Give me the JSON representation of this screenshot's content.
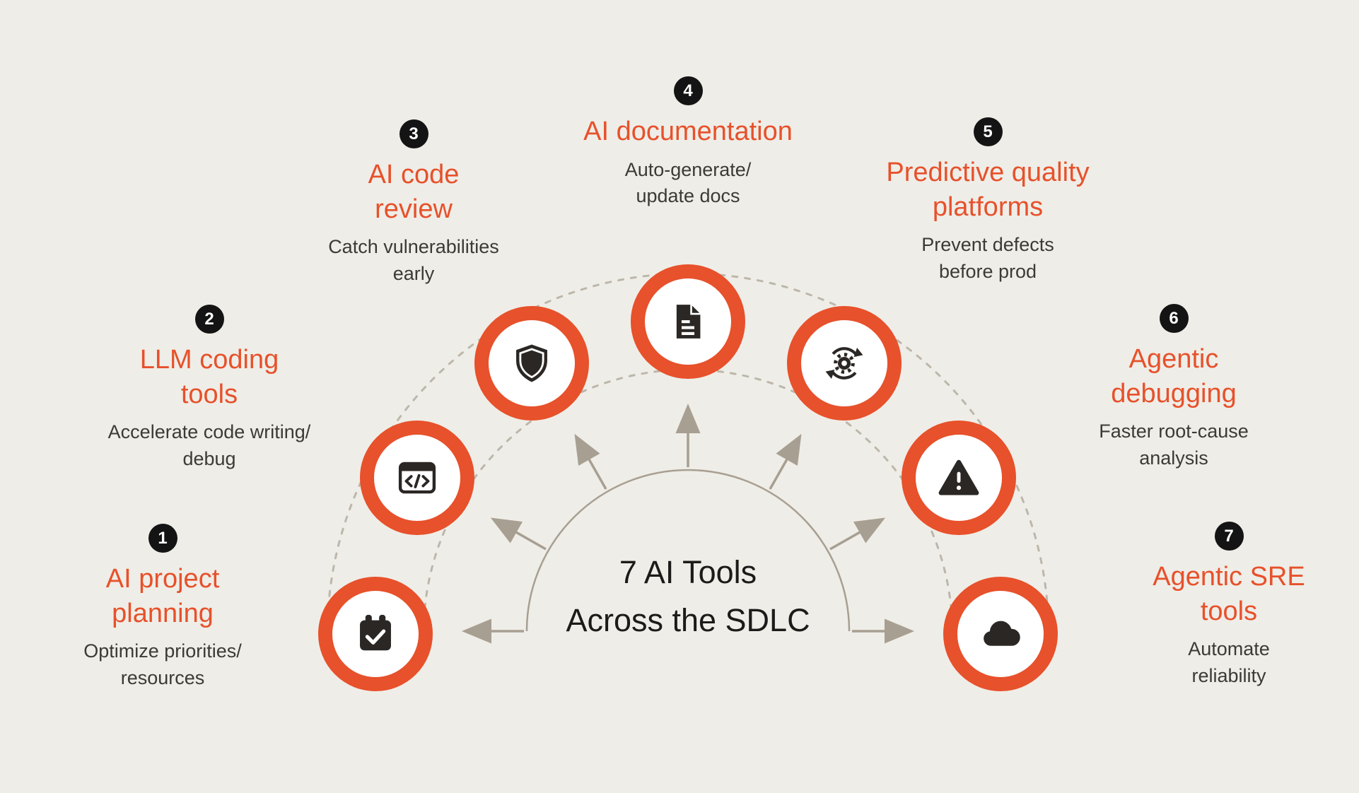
{
  "colors": {
    "background": "#EFEDE7",
    "accent": "#E7512B",
    "badge": "#141414",
    "icon": "#2B2724",
    "arrow": "#A79F92",
    "dash": "#BDB7AB",
    "text": "#3D3A36",
    "center-text": "#1C1B1A"
  },
  "center": {
    "title": "7 AI Tools\nAcross the SDLC"
  },
  "items": [
    {
      "number": "1",
      "title": "AI project\nplanning",
      "description": "Optimize priorities/\nresources",
      "icon": "calendar-check-icon"
    },
    {
      "number": "2",
      "title": "LLM coding\ntools",
      "description": "Accelerate code writing/\ndebug",
      "icon": "code-window-icon"
    },
    {
      "number": "3",
      "title": "AI code\nreview",
      "description": "Catch vulnerabilities\nearly",
      "icon": "shield-icon"
    },
    {
      "number": "4",
      "title": "AI documentation",
      "description": "Auto-generate/\nupdate docs",
      "icon": "document-icon"
    },
    {
      "number": "5",
      "title": "Predictive quality\nplatforms",
      "description": "Prevent defects\nbefore prod",
      "icon": "sync-gear-icon"
    },
    {
      "number": "6",
      "title": "Agentic\ndebugging",
      "description": "Faster root-cause\nanalysis",
      "icon": "warning-triangle-icon"
    },
    {
      "number": "7",
      "title": "Agentic SRE\ntools",
      "description": "Automate\nreliability",
      "icon": "cloud-icon"
    }
  ]
}
